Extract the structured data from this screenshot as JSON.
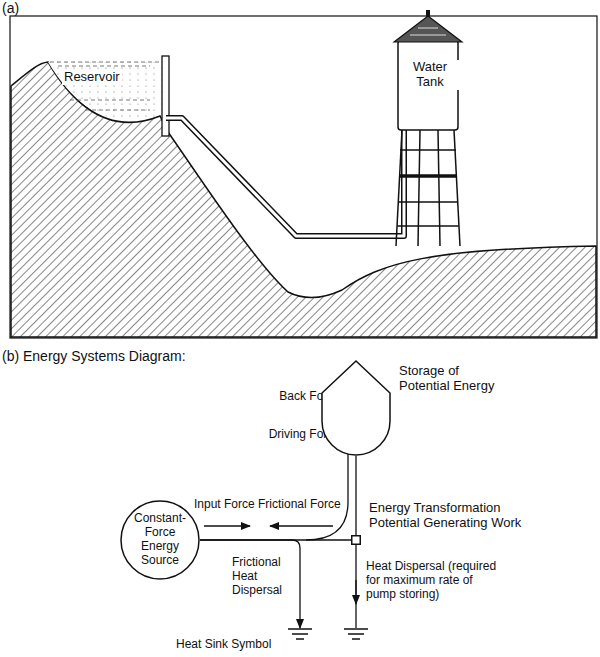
{
  "diagram": {
    "nodes": [
      {
        "text": [
          "Constant-Force Energy Source"
        ]
      },
      {
        "text": [
          "Storage of Potential Energy"
        ]
      },
      {
        "text": [
          "Energy Transformation Potential Generating Work"
        ]
      },
      {
        "text": [
          "Heat Sink Symbol"
        ]
      }
    ],
    "edges": [
      {
        "from": 0,
        "to": 2,
        "arrow": "none"
      },
      {
        "from": 2,
        "to": 1,
        "arrow": "none"
      },
      {
        "from": 0,
        "to": 3,
        "arrow": "to"
      }
    ],
    "labels": [
      "(a)",
      "Reservoir",
      "Water Tank",
      "(b) Energy Systems Diagram:",
      "Back Force",
      "Driving Force",
      "Input Force",
      "Frictional Force",
      "Frictional Heat Dispersal",
      "Heat Dispersal (required for maximum rate of pump storing)"
    ]
  }
}
